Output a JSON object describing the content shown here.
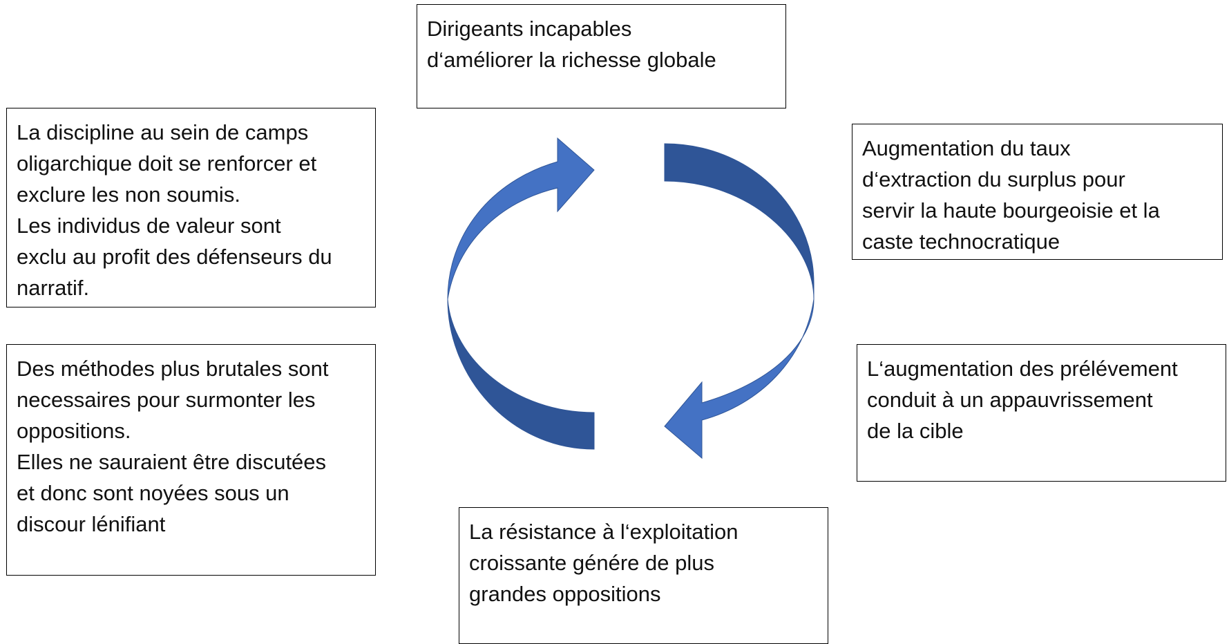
{
  "diagram": {
    "colors": {
      "arrow_light": "#4472C4",
      "arrow_dark": "#2F5597",
      "box_border": "#000000",
      "text": "#111111"
    },
    "boxes": {
      "top": {
        "lines": [
          "Dirigeants incapables",
          "d‘améliorer la richesse globale"
        ]
      },
      "right_top": {
        "lines": [
          "Augmentation du taux",
          "d‘extraction du surplus pour",
          "servir la haute bourgeoisie et la",
          "caste technocratique"
        ]
      },
      "right_bottom": {
        "lines": [
          "L‘augmentation des prélévement",
          "conduit à un appauvrissement",
          "de la cible"
        ]
      },
      "bottom": {
        "lines": [
          "La résistance à l‘exploitation",
          "croissante génére de plus",
          "grandes oppositions"
        ]
      },
      "left_bottom": {
        "lines": [
          "Des méthodes plus brutales sont",
          "necessaires pour surmonter les",
          "oppositions.",
          "Elles ne sauraient être discutées",
          "et donc sont noyées sous un",
          "discour lénifiant"
        ]
      },
      "left_top": {
        "lines": [
          "La discipline au sein de camps",
          "oligarchique doit se renforcer et",
          "exclure les non soumis.",
          "Les individus de valeur sont",
          "exclu au profit des défenseurs du",
          "narratif."
        ]
      }
    }
  }
}
